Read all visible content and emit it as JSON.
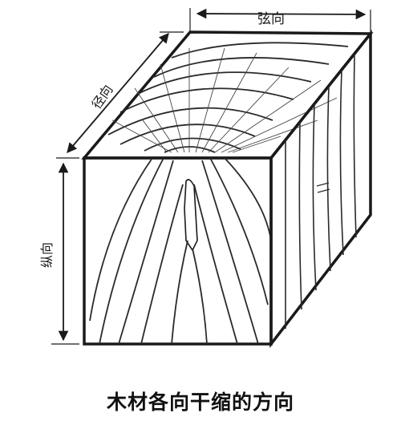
{
  "labels": {
    "tangential": "弦向",
    "radial": "径向",
    "longitudinal": "纵向"
  },
  "caption": "木材各向干缩的方向",
  "colors": {
    "ink": "#1a1a1a",
    "background": "#ffffff"
  }
}
